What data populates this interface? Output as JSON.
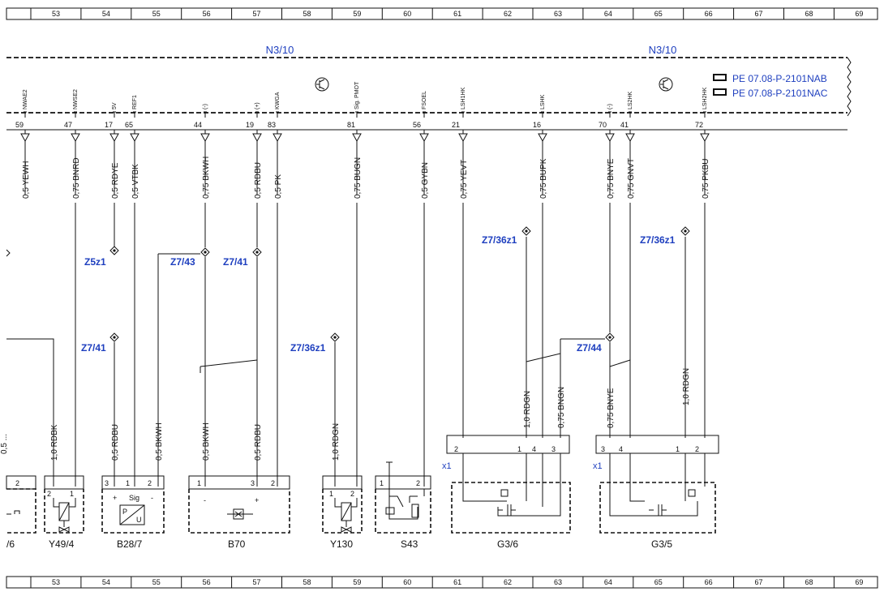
{
  "grid_numbers": [
    "53",
    "54",
    "55",
    "56",
    "57",
    "58",
    "59",
    "60",
    "61",
    "62",
    "63",
    "64",
    "65",
    "66",
    "67",
    "68",
    "69"
  ],
  "ecu_labels": [
    "N3/10",
    "N3/10"
  ],
  "references": [
    "PE 07.08-P-2101NAB",
    "PE 07.08-P-2101NAC"
  ],
  "signals": [
    "NWAE2",
    "NWSE2",
    "5V",
    "REF1",
    "(-)",
    "(+)",
    "KWGA",
    "Sig. PMOT",
    "FSOEL",
    "LSH1HK",
    "LSHK",
    "(-)",
    "LS2HK",
    "LSH2HK"
  ],
  "pins": [
    "59",
    "47",
    "17",
    "65",
    "44",
    "19",
    "83",
    "81",
    "56",
    "21",
    "16",
    "70",
    "41",
    "72"
  ],
  "wires_upper": [
    "0,5 YEWH",
    "0,75 BNRD",
    "0,5 RDYE",
    "0,5 VTBK",
    "0,75 BKWH",
    "0,5 RDBU",
    "0,5 PK",
    "0,75 BUGN",
    "0,5 GYBN",
    "0,75 YEVT",
    "0,75 BUPK",
    "0,75 BNYE",
    "0,75 GNVT",
    "0,75 PKBU"
  ],
  "wires_lower": [
    "0,5 ...",
    "1,0 RDBK",
    "0,5 RDBU",
    "0,5 BKWH",
    "0,5 BKWH",
    "0,5 RDBU",
    "1,0 RDGN",
    "1,0 RDGN",
    "0,75 BNGN",
    "0,75 BNYE",
    "1,0 RDGN"
  ],
  "splices": [
    "Z5z1",
    "Z7/43",
    "Z7/41",
    "Z7/41",
    "Z7/36z1",
    "Z7/36z1",
    "Z7/44",
    "Z7/36z1"
  ],
  "connector_label": "x1",
  "connector_pins_1": [
    "2",
    "1",
    "4",
    "3"
  ],
  "connector_pins_2": [
    "3",
    "4",
    "1",
    "2"
  ],
  "components": [
    "/6",
    "Y49/4",
    "B28/7",
    "B70",
    "Y130",
    "S43",
    "G3/6",
    "G3/5"
  ],
  "comp_pins": {
    "c6": [
      "2"
    ],
    "y494": [
      "2",
      "1"
    ],
    "b287": [
      "3",
      "1",
      "2",
      "+",
      "Sig",
      "-",
      "P",
      "U"
    ],
    "b70": [
      "1",
      "3",
      "2",
      "-",
      "+"
    ],
    "y130": [
      "1",
      "2"
    ],
    "s43": [
      "1",
      "2"
    ]
  }
}
